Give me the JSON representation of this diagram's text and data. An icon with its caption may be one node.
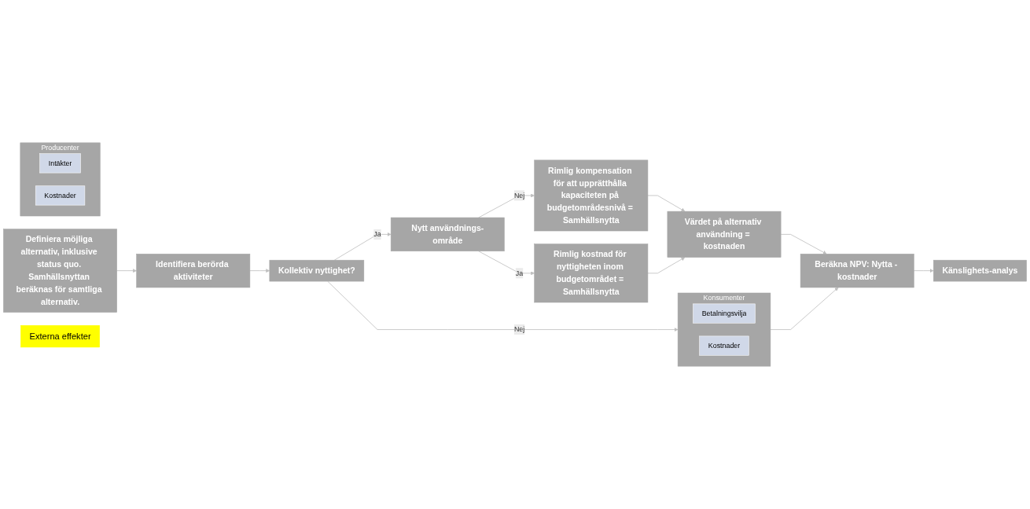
{
  "diagram": {
    "nodes": [
      {
        "text": [
          "Definiera möjliga alternativ, inklusive status quo. Samhällsnyttan beräknas för samtliga alternativ."
        ]
      },
      {
        "text": [
          "Identifiera berörda aktiviteter"
        ]
      },
      {
        "text": [
          "Kollektiv nyttighet?"
        ]
      },
      {
        "text": [
          "Producenter"
        ]
      },
      {
        "text": [
          "Intäkter"
        ],
        "in": 3
      },
      {
        "text": [
          "Kostnader"
        ],
        "in": 3
      },
      {
        "text": [
          "Konsumenter"
        ]
      },
      {
        "text": [
          "Betalningsvilja"
        ],
        "in": 6
      },
      {
        "text": [
          "Kostnader"
        ],
        "in": 6
      },
      {
        "text": [
          "Externa effekter"
        ]
      },
      {
        "text": [
          "Nytt användnings-område"
        ]
      },
      {
        "text": [
          "Rimlig kompensation för att upprätthålla kapaciteten på budgetområdesnivå = Samhällsnytta"
        ]
      },
      {
        "text": [
          "Rimlig kostnad för nyttigheten inom budgetområdet = Samhällsnytta"
        ]
      },
      {
        "text": [
          "Värdet på alternativ användning = kostnaden"
        ]
      },
      {
        "text": [
          "Beräkna NPV: Nytta - kostnader"
        ]
      },
      {
        "text": [
          "Känslighets-analys"
        ]
      }
    ],
    "edges": [
      {
        "from": 0,
        "to": 1,
        "arrow": "to"
      },
      {
        "from": 1,
        "to": 2,
        "arrow": "to"
      },
      {
        "from": 2,
        "to": 6,
        "label": "Nej",
        "arrow": "to"
      },
      {
        "from": 2,
        "to": 10,
        "label": "Ja",
        "arrow": "to"
      },
      {
        "from": 10,
        "to": 11,
        "label": "Nej",
        "arrow": "to"
      },
      {
        "from": 10,
        "to": 12,
        "label": "Ja",
        "arrow": "to"
      },
      {
        "from": 11,
        "to": 13,
        "arrow": "to"
      },
      {
        "from": 12,
        "to": 13,
        "arrow": "to"
      },
      {
        "from": 13,
        "to": 14,
        "arrow": "to"
      },
      {
        "from": 6,
        "to": 14,
        "arrow": "to"
      },
      {
        "from": 14,
        "to": 15,
        "arrow": "to"
      }
    ]
  }
}
